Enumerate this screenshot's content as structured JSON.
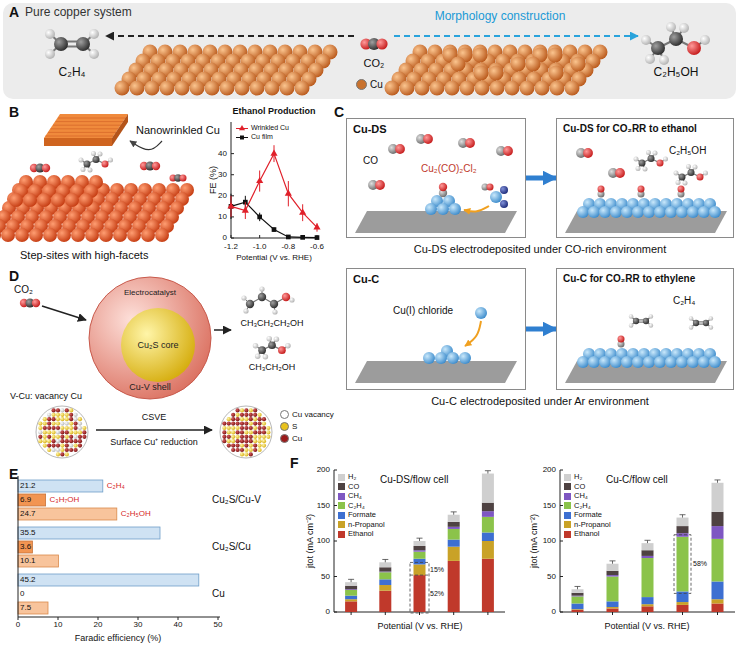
{
  "diagram": {
    "nodes": [
      {
        "text": [
          "Pure copper system"
        ]
      },
      {
        "text": [
          "Cu-DS",
          "CO",
          "Cu₂(CO)₂Cl₂"
        ]
      },
      {
        "text": [
          "Cu-DS for CO₂RR to ethanol",
          "C₂H₅OH"
        ]
      },
      {
        "text": [
          "Cu-C",
          "Cu(I) chloride"
        ]
      },
      {
        "text": [
          "Cu-C for CO₂RR to ethylene",
          "C₂H₄"
        ]
      },
      {
        "text": [
          "Electrocatalyst",
          "Cu₂S core",
          "Cu-V shell"
        ]
      }
    ],
    "edges": [
      {
        "from": 1,
        "to": 2,
        "arrow": "to"
      },
      {
        "from": 3,
        "to": 4,
        "arrow": "to"
      }
    ],
    "labels": [
      "A",
      "C₂H₄",
      "CO₂",
      "Morphology construction",
      "C₂H₅OH",
      "B",
      "Nanowrinkled Cu",
      "Step-sites with high-facets",
      "Ethanol Production",
      "FE (%)",
      "0",
      "10",
      "20",
      "30",
      "40",
      "-1.2",
      "-1.0",
      "-0.8",
      "-0.6",
      "Potential (V vs. RHE)",
      "C",
      "Cu-DS electrodeposited under CO-rich environment",
      "Cu-C electrodeposited under Ar environment",
      "D",
      "CO₂",
      "CH₃CH₂CH₂OH",
      "CH₃CH₂OH",
      "V-Cu: vacancy Cu",
      "CSVE",
      "Surface Cu⁺ reduction",
      "E",
      "21.2",
      "6.9",
      "24.7",
      "35.5",
      "3.6",
      "10.1",
      "45.2",
      "0",
      "7.5",
      "C₂H₄",
      "C₃H₇OH",
      "C₂H₅OH",
      "Cu₂S/Cu-V",
      "Cu₂S/Cu",
      "Cu",
      "0",
      "10",
      "20",
      "30",
      "40",
      "50",
      "Faradic efficiency (%)",
      "F",
      "Cu-DS/flow cell",
      "Cu-C/flow cell",
      "0",
      "50",
      "100",
      "150",
      "200",
      "0",
      "50",
      "100",
      "150",
      "200",
      "jtot (mA cm⁻²)",
      "jtot (mA cm⁻²)",
      "Potential (V vs. RHE)",
      "Potential (V vs. RHE)",
      "15%",
      "52%",
      "58%"
    ],
    "legend": [
      {
        "text": "Cu",
        "color": "#c8722e"
      },
      {
        "text": "Wrinkled Cu"
      },
      {
        "text": "Cu film"
      },
      {
        "text": "Cu vacancy",
        "color": "#ffffff"
      },
      {
        "text": "S",
        "color": "#e8c21c"
      },
      {
        "text": "Cu",
        "color": "#9b1b1b"
      },
      {
        "text": "H₂",
        "color": "#cfcfcf"
      },
      {
        "text": "CO",
        "color": "#4e4242"
      },
      {
        "text": "CH₄",
        "color": "#7e57c2"
      },
      {
        "text": "C₂H₄",
        "color": "#8bc34a"
      },
      {
        "text": "Formate",
        "color": "#3d6fd1"
      },
      {
        "text": "n-Propanol",
        "color": "#c9a227"
      },
      {
        "text": "Ethanol",
        "color": "#c0392b"
      },
      {
        "text": "H₂",
        "color": "#cfcfcf"
      },
      {
        "text": "CO",
        "color": "#4e4242"
      },
      {
        "text": "CH₄",
        "color": "#7e57c2"
      },
      {
        "text": "C₂H₄",
        "color": "#8bc34a"
      },
      {
        "text": "Formate",
        "color": "#3d6fd1"
      },
      {
        "text": "n-Propanol",
        "color": "#c9a227"
      },
      {
        "text": "Ethanol",
        "color": "#c0392b"
      }
    ]
  }
}
